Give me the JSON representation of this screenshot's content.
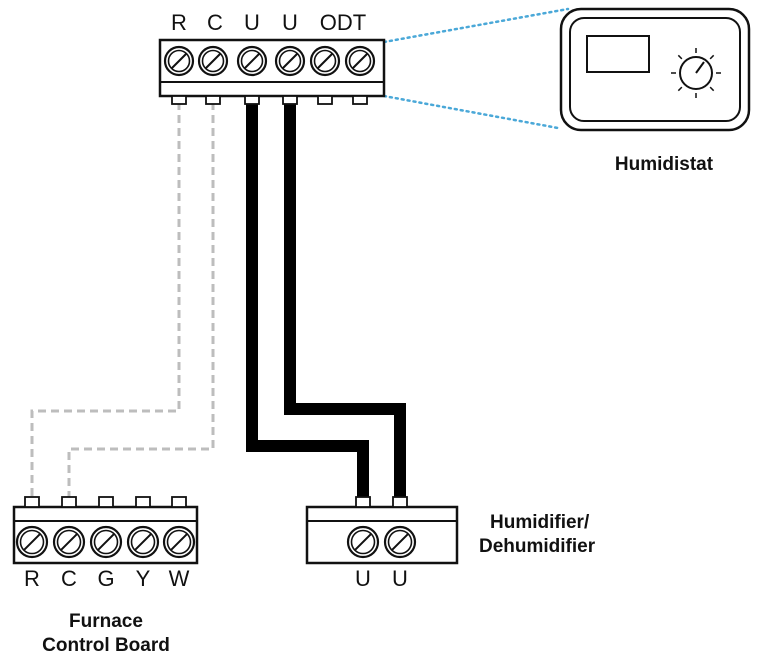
{
  "humidistat": {
    "label": "Humidistat",
    "terminals": [
      "R",
      "C",
      "U",
      "U",
      "ODT"
    ]
  },
  "furnace": {
    "label_line1": "Furnace",
    "label_line2": "Control Board",
    "terminals": [
      "R",
      "C",
      "G",
      "Y",
      "W"
    ]
  },
  "humidifier": {
    "label_line1": "Humidifier/",
    "label_line2": "Dehumidifier",
    "terminals": [
      "U",
      "U"
    ]
  },
  "colors": {
    "line": "#111111",
    "dashed_wire": "#bdbdbd",
    "solid_wire": "#000000",
    "leader": "#4aa8d8"
  }
}
